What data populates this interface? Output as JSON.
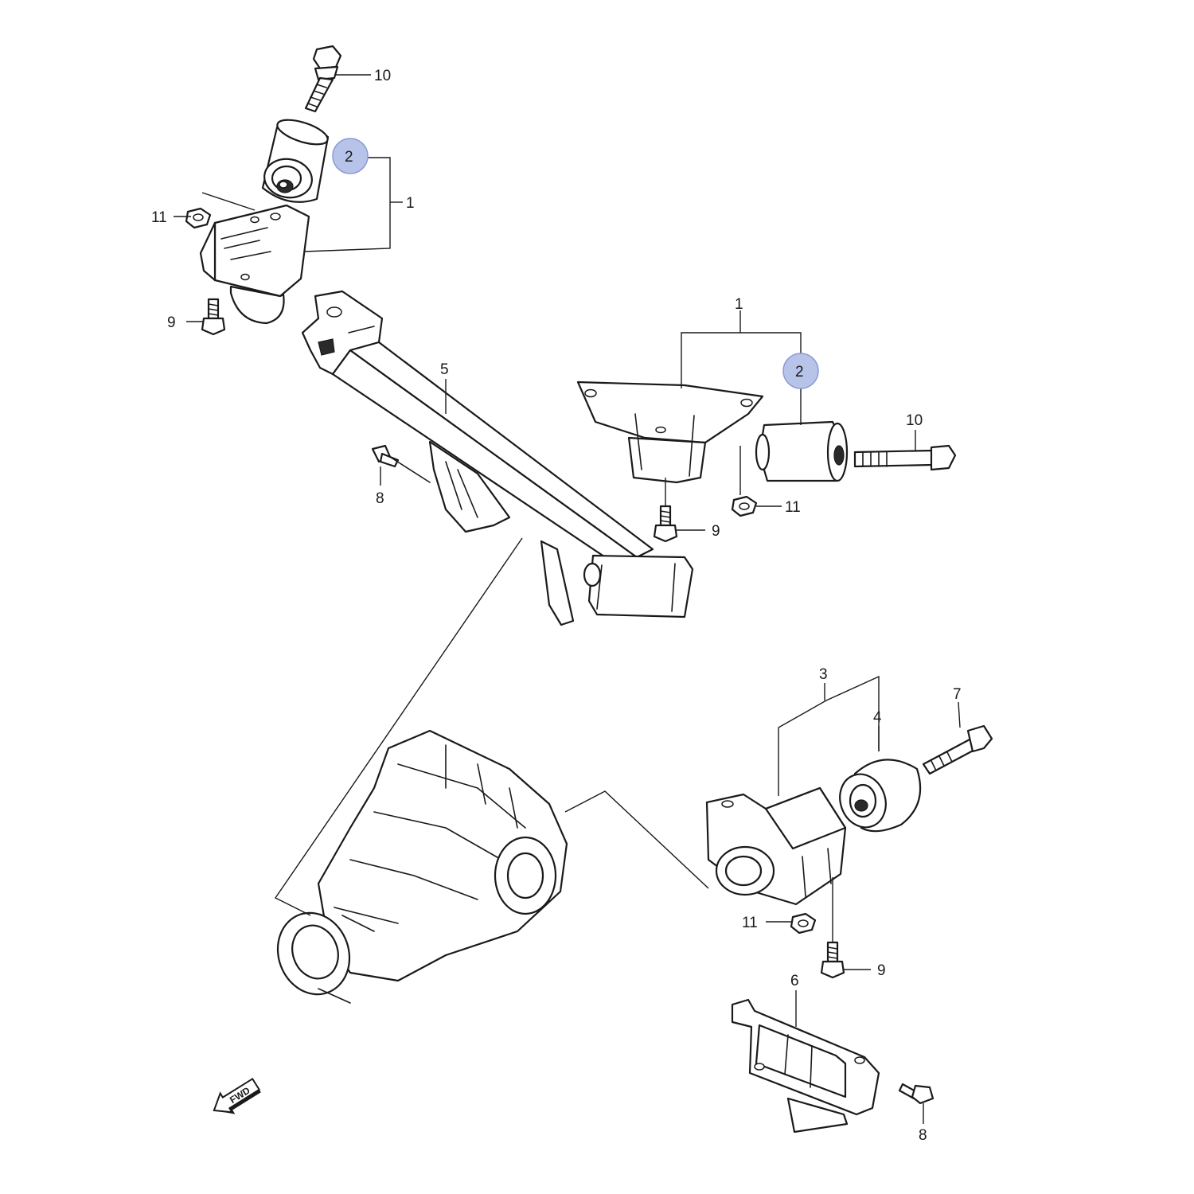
{
  "colors": {
    "line": "#1a1a1a",
    "background": "#ffffff",
    "highlight": "#b7c3e8",
    "highlight_stroke": "#8d9bd6"
  },
  "callouts": {
    "c10_top": "10",
    "c2_top": "2",
    "c1_top": "1",
    "c11_top": "11",
    "c9_top": "9",
    "c5": "5",
    "c8_mid": "8",
    "c1_right": "1",
    "c2_right": "2",
    "c10_right": "10",
    "c11_mid": "11",
    "c9_mid": "9",
    "c3": "3",
    "c4": "4",
    "c7": "7",
    "c11_bottom": "11",
    "c9_bottom": "9",
    "c6": "6",
    "c8_bottom": "8"
  },
  "fwd": {
    "label": "FWD",
    "icon": "fwd-arrow-icon"
  }
}
